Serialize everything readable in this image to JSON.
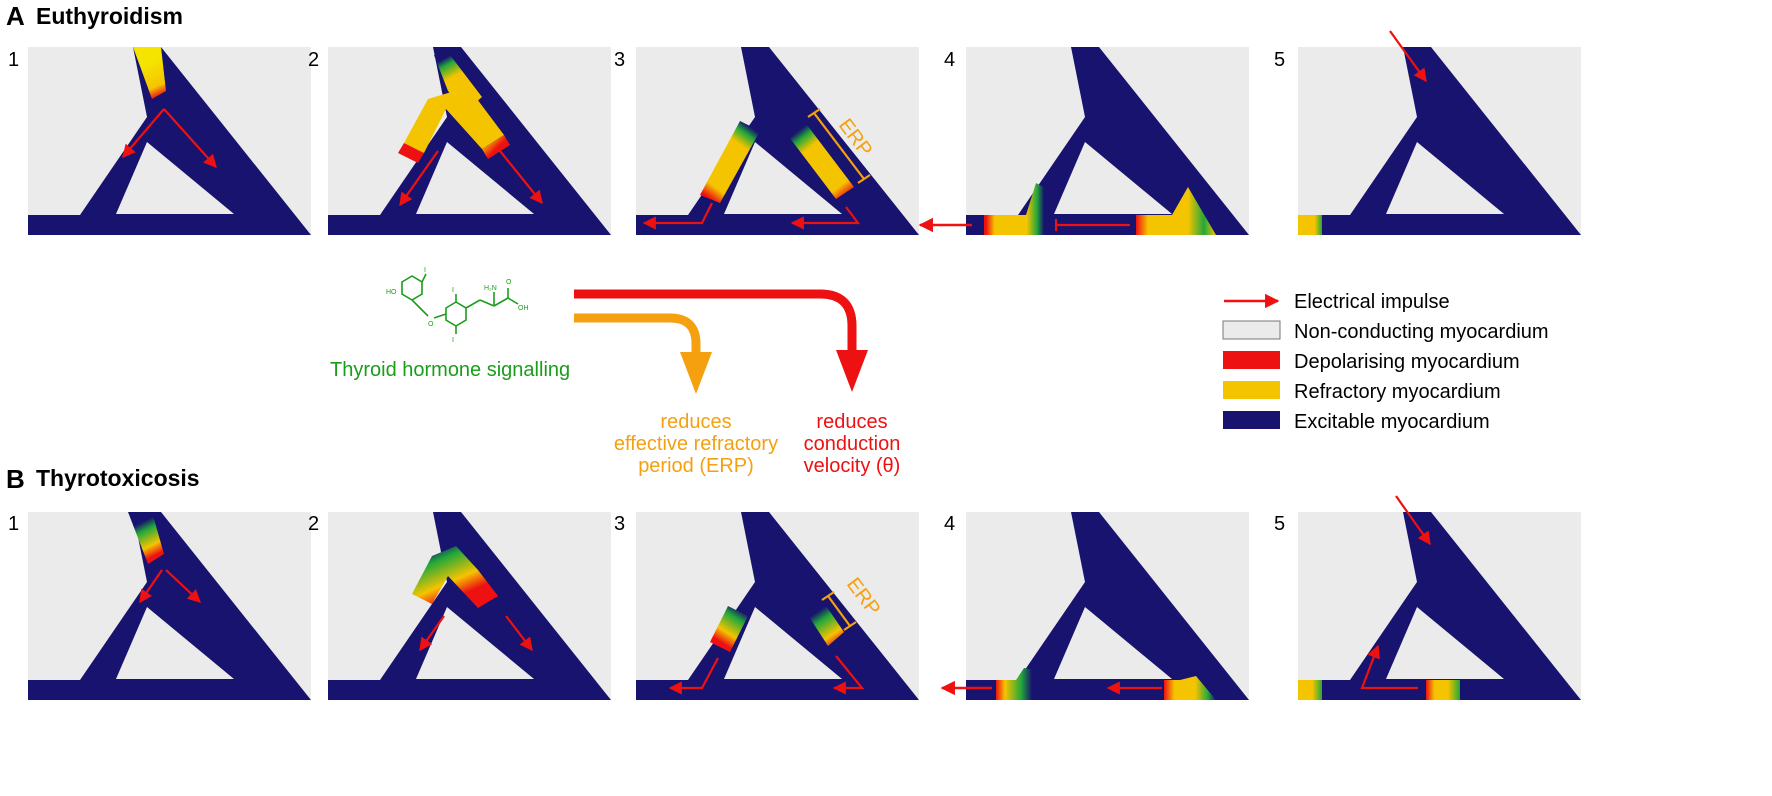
{
  "colors": {
    "excitable": "#17136e",
    "non_conducting": "#ebebeb",
    "depolarising": "#ee1111",
    "refractory": "#f5c400",
    "recovering": "#22a83a",
    "impulse": "#ee1111",
    "erp": "#f5a00f",
    "hormone": "#1a9e1a"
  },
  "sections": [
    {
      "letter": "A",
      "title": "Euthyroidism",
      "panels": [
        "1",
        "2",
        "3",
        "4",
        "5"
      ]
    },
    {
      "letter": "B",
      "title": "Thyrotoxicosis",
      "panels": [
        "1",
        "2",
        "3",
        "4",
        "5"
      ]
    }
  ],
  "erp_label": "ERP",
  "hormone": {
    "label": "Thyroid hormone signalling",
    "structure_atoms": [
      "HO",
      "I",
      "I",
      "I",
      "O",
      "H₂N",
      "O",
      "OH"
    ]
  },
  "effects": [
    {
      "color": "#f5a00f",
      "lines": [
        "reduces",
        "effective refractory",
        "period (ERP)"
      ]
    },
    {
      "color": "#ee1111",
      "lines": [
        "reduces",
        "conduction",
        "velocity (θ)"
      ]
    }
  ],
  "legend": [
    {
      "kind": "arrow",
      "color": "#ee1111",
      "label": "Electrical impulse"
    },
    {
      "kind": "swatch",
      "color": "#ebebeb",
      "label": "Non-conducting myocardium"
    },
    {
      "kind": "swatch",
      "color": "#ee1111",
      "label": "Depolarising myocardium"
    },
    {
      "kind": "swatch",
      "color": "#f5c400",
      "label": "Refractory myocardium"
    },
    {
      "kind": "swatch",
      "color": "#17136e",
      "label": "Excitable myocardium"
    }
  ]
}
